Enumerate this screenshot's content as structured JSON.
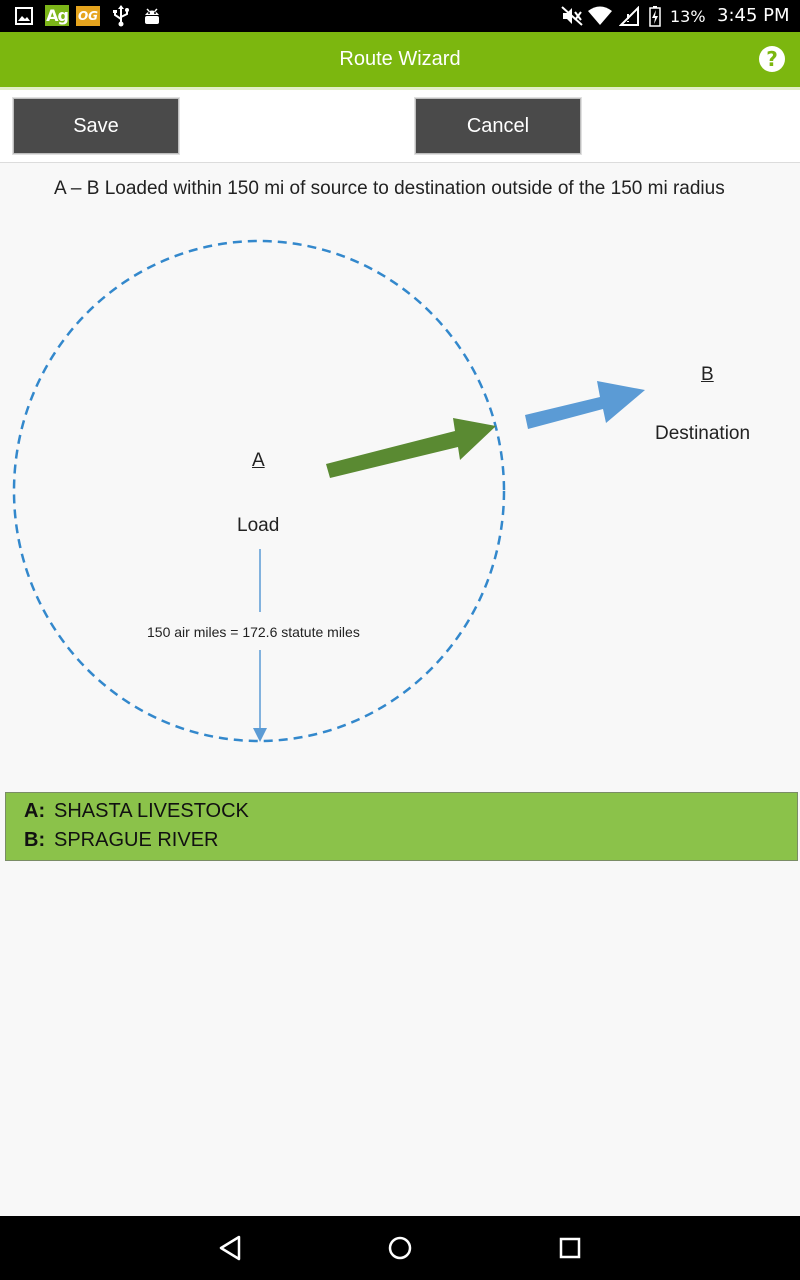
{
  "status_bar": {
    "icons_left": [
      "image-icon",
      "ag-app-icon",
      "og-app-icon",
      "usb-icon",
      "android-icon"
    ],
    "ag_label": "Ag",
    "og_label": "OG",
    "icons_right": [
      "mute-icon",
      "wifi-icon",
      "no-sim-icon",
      "battery-charging-icon"
    ],
    "battery": "13%",
    "time": "3:45 PM"
  },
  "app_bar": {
    "title": "Route Wizard",
    "help_icon": "help-circle-icon",
    "help_glyph": "?",
    "color": "#7cb70f"
  },
  "toolbar": {
    "save_label": "Save",
    "cancel_label": "Cancel"
  },
  "description": "A – B Loaded within 150 mi of source to destination outside of the 150 mi radius",
  "diagram": {
    "point_a": "A",
    "point_a_label": "Load",
    "point_b": "B",
    "point_b_label": "Destination",
    "radius_label": "150 air miles = 172.6 statute miles",
    "colors": {
      "circle": "#3388cc",
      "inner_arrow": "#5a8a32",
      "outer_arrow": "#5b9bd5",
      "radius_line": "#5b9bd5"
    }
  },
  "summary": {
    "a_key": "A:",
    "a_value": "SHASTA LIVESTOCK",
    "b_key": "B:",
    "b_value": "SPRAGUE RIVER",
    "color": "#8bc24a"
  },
  "nav_bar": {
    "icons": [
      "back-icon",
      "home-icon",
      "recents-icon"
    ]
  }
}
